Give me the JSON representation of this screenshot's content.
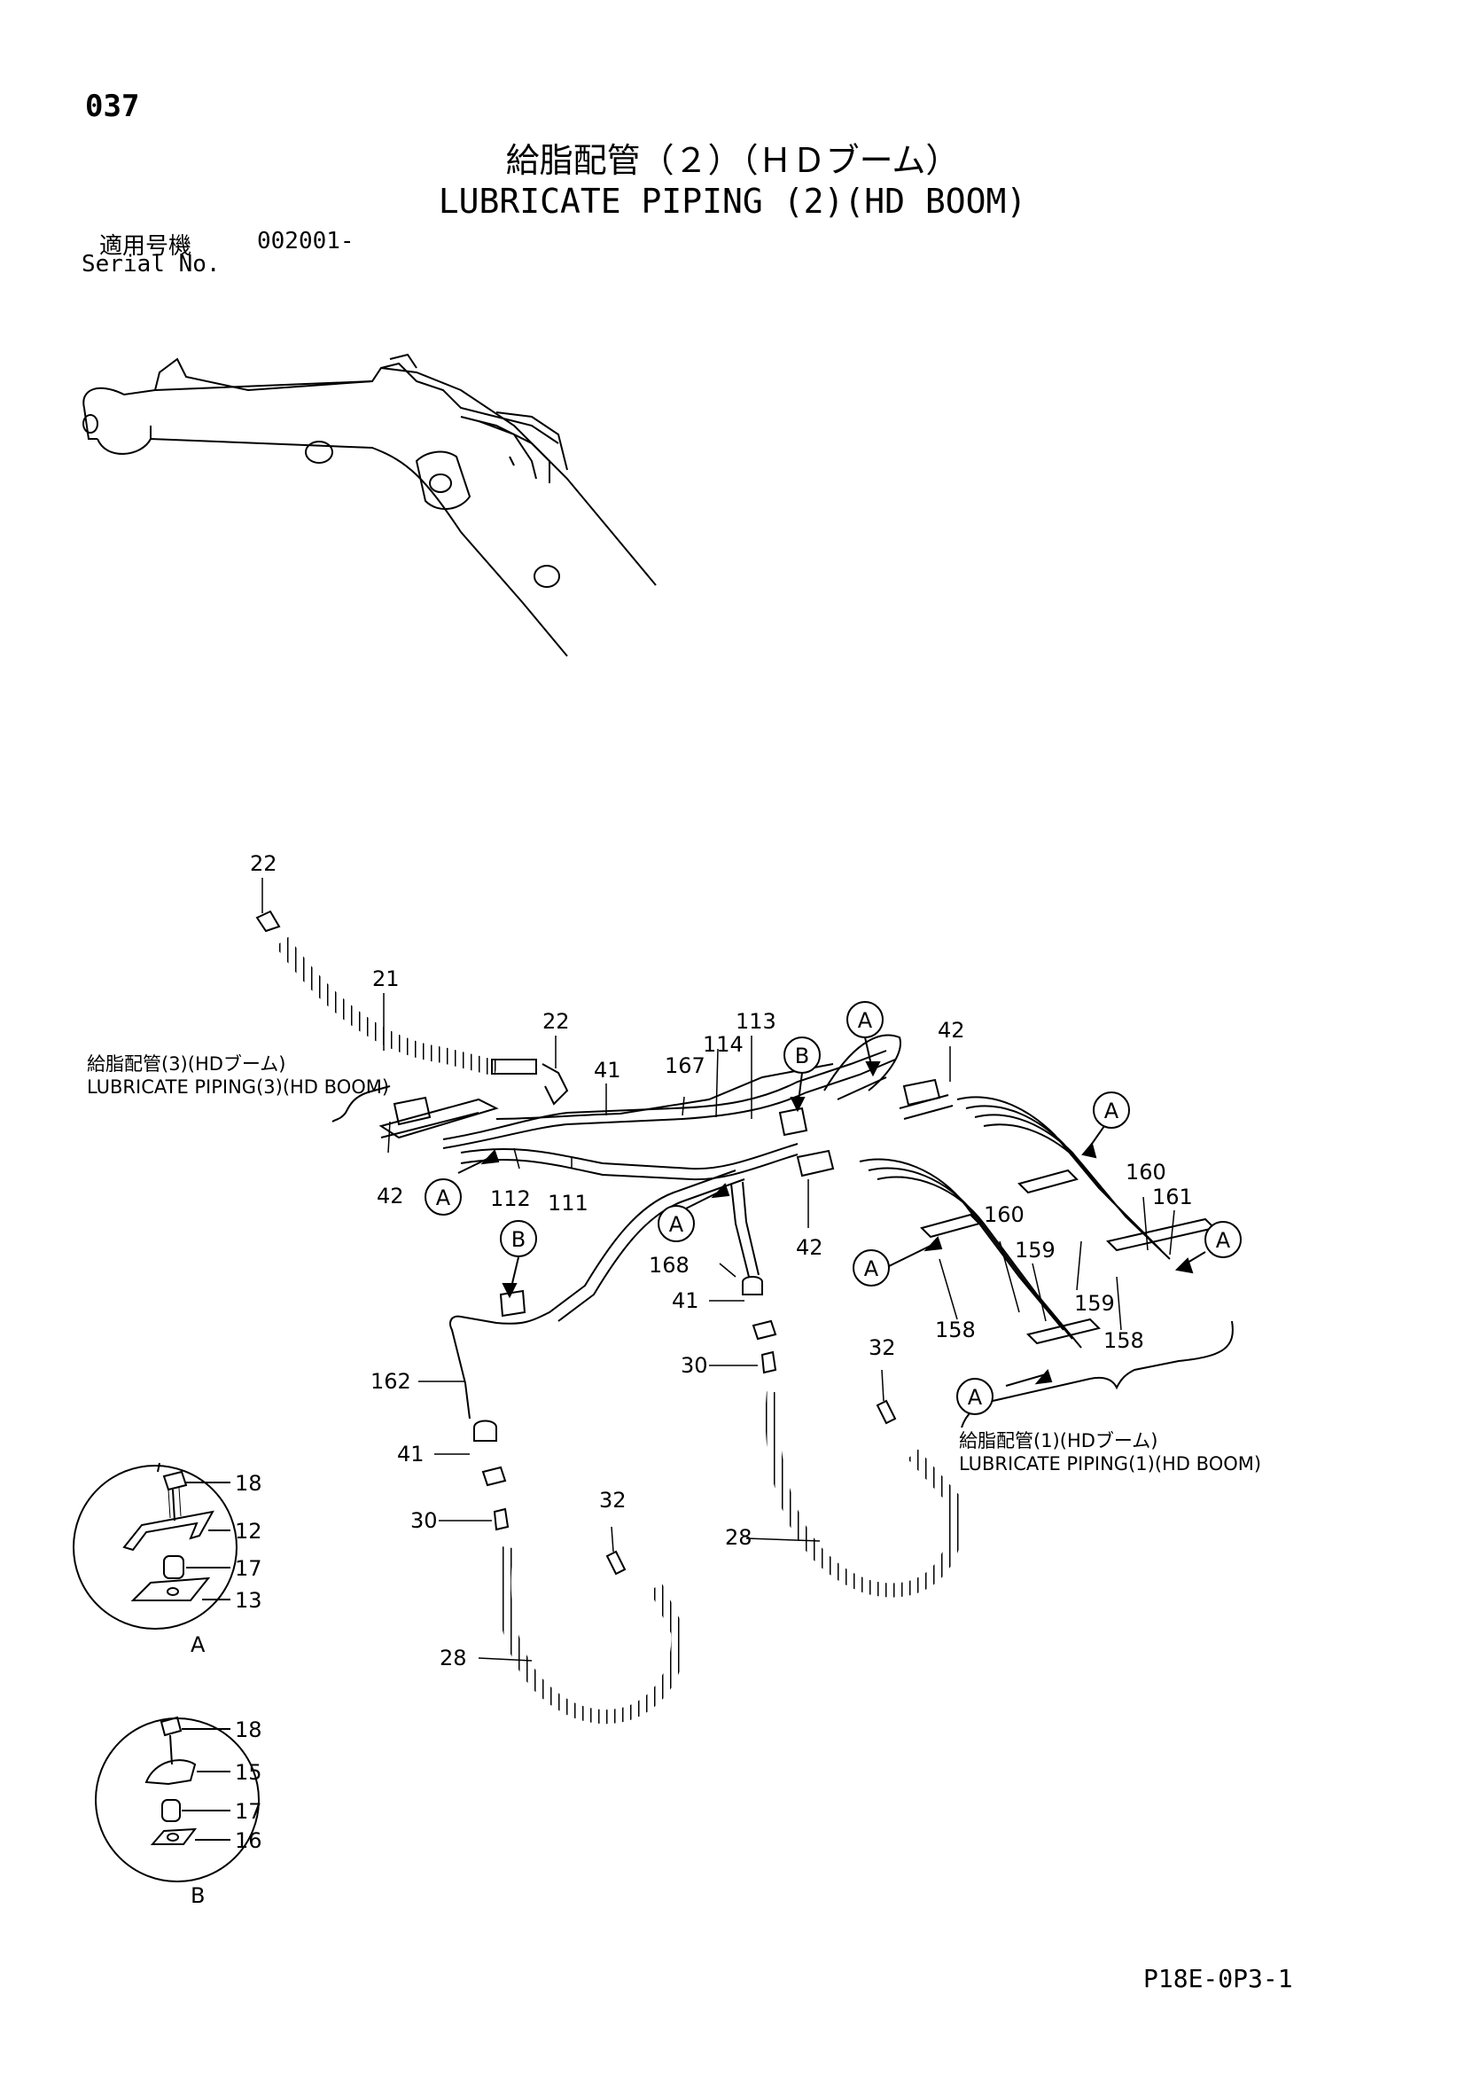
{
  "header": {
    "page_number": "037",
    "title_jp": "給脂配管（２）（ＨＤブーム）",
    "title_en": "LUBRICATE PIPING (2)(HD BOOM)",
    "serial_label_jp": "適用号機",
    "serial_value": "002001-",
    "serial_label_en": "Serial No."
  },
  "references": {
    "piping3_jp": "給脂配管(3)(HDブーム)",
    "piping3_en": "LUBRICATE PIPING(3)(HD BOOM)",
    "piping1_jp": "給脂配管(1)(HDブーム)",
    "piping1_en": "LUBRICATE PIPING(1)(HD BOOM)"
  },
  "callouts": {
    "a": "A",
    "b": "B"
  },
  "part_labels": {
    "p22": "22",
    "p21": "21",
    "p41": "41",
    "p167": "167",
    "p114": "114",
    "p113": "113",
    "p42": "42",
    "p112": "112",
    "p111": "111",
    "p168": "168",
    "p30": "30",
    "p162": "162",
    "p160": "160",
    "p161": "161",
    "p159": "159",
    "p158": "158",
    "p32": "32",
    "p28": "28",
    "p18": "18",
    "p12": "12",
    "p17": "17",
    "p13": "13",
    "p15": "15",
    "p16": "16"
  },
  "footer": {
    "doc_code": "P18E-0P3-1"
  }
}
